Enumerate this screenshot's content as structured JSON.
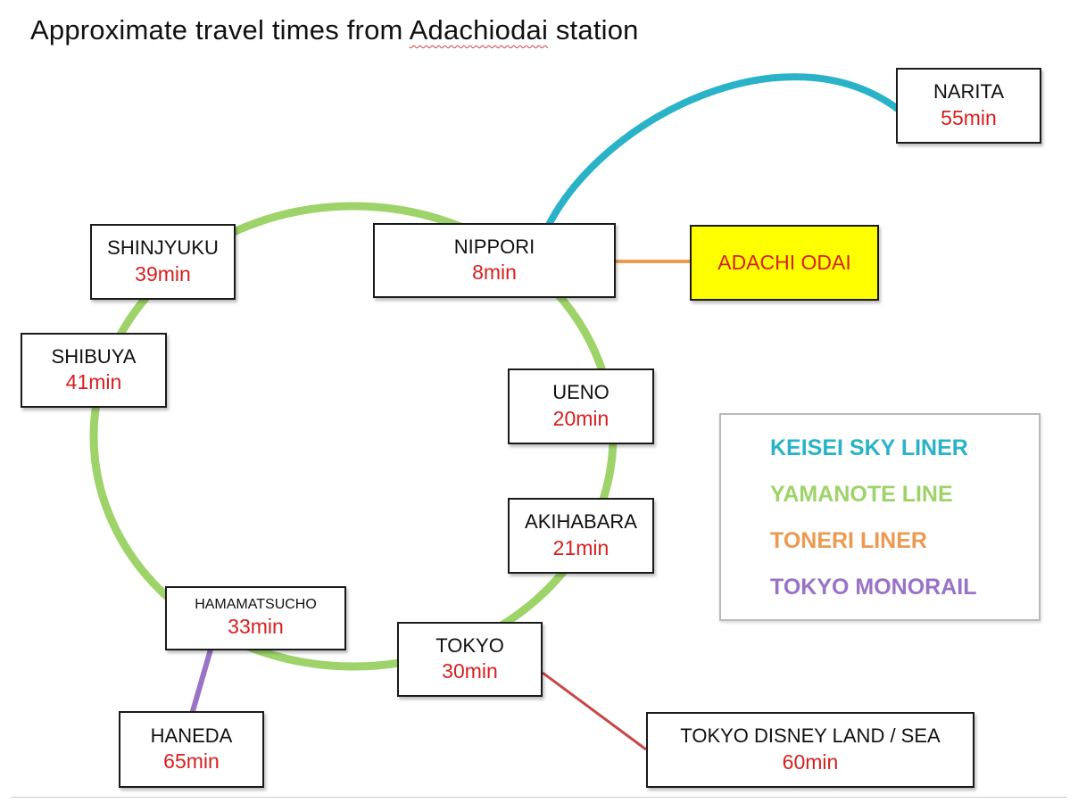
{
  "title": {
    "prefix": "Approximate travel times from ",
    "station": "Adachiodai",
    "suffix": " station"
  },
  "colors": {
    "keisei": "#2ab3c8",
    "yamanote": "#9ed36a",
    "toneri": "#ec9a52",
    "monorail": "#9a72c6",
    "disney": "#c84848",
    "time_text": "#d62020",
    "highlight": "#ffff00"
  },
  "stations": {
    "narita": {
      "name": "NARITA",
      "time": "55min"
    },
    "nippori": {
      "name": "NIPPORI",
      "time": "8min"
    },
    "adachi_odai": {
      "name": "ADACHI ODAI"
    },
    "shinjyuku": {
      "name": "SHINJYUKU",
      "time": "39min"
    },
    "shibuya": {
      "name": "SHIBUYA",
      "time": "41min"
    },
    "ueno": {
      "name": "UENO",
      "time": "20min"
    },
    "akihabara": {
      "name": "AKIHABARA",
      "time": "21min"
    },
    "hamamatsucho": {
      "name": "HAMAMATSUCHO",
      "time": "33min"
    },
    "tokyo": {
      "name": "TOKYO",
      "time": "30min"
    },
    "haneda": {
      "name": "HANEDA",
      "time": "65min"
    },
    "disney": {
      "name": "TOKYO DISNEY LAND / SEA",
      "time": "60min"
    }
  },
  "legend": [
    {
      "label": "KEISEI SKY LINER",
      "color": "#2ab3c8"
    },
    {
      "label": "YAMANOTE LINE",
      "color": "#9ed36a"
    },
    {
      "label": "TONERI LINER",
      "color": "#ec9a52"
    },
    {
      "label": "TOKYO MONORAIL",
      "color": "#9a72c6"
    }
  ]
}
